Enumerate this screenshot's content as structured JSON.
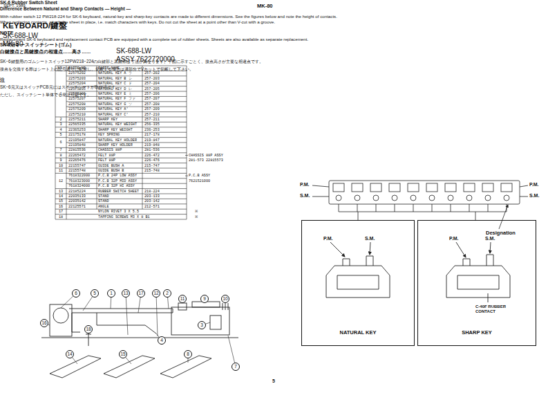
{
  "diagram": {
    "title": "KEYBOARD/鍵盤",
    "nodes": [
      {
        "text": [
          "6"
        ]
      },
      {
        "text": [
          "5"
        ]
      },
      {
        "text": [
          "1"
        ]
      },
      {
        "text": [
          "13"
        ]
      },
      {
        "text": [
          "17"
        ]
      },
      {
        "text": [
          "12"
        ]
      },
      {
        "text": [
          "2"
        ]
      },
      {
        "text": [
          "11"
        ]
      },
      {
        "text": [
          "9"
        ]
      },
      {
        "text": [
          "10"
        ]
      },
      {
        "text": [
          "16"
        ]
      },
      {
        "text": [
          "18"
        ]
      },
      {
        "text": [
          "3"
        ]
      },
      {
        "text": [
          "4"
        ]
      },
      {
        "text": [
          "14"
        ]
      },
      {
        "text": [
          "15"
        ]
      },
      {
        "text": [
          "8"
        ]
      },
      {
        "text": [
          "7"
        ]
      },
      {
        "text": [
          "NATURAL KEY"
        ]
      },
      {
        "text": [
          "SHARP KEY"
        ]
      }
    ],
    "labels": [
      "SEPT, 1989",
      "MK-80",
      "SK-688-LW",
      "MK-80",
      "SK-688-LW",
      "ASSY 7622720000",
      "NO.",
      "PARTS NO.",
      "PARTS NAME",
      "1",
      "22575202",
      "NATURAL KEY A ラ",
      "257-202",
      "22575203",
      "NATURAL KEY B シ",
      "257-203",
      "22575204",
      "NATURAL KEY C ド",
      "257-204",
      "22575205",
      "NATURAL KEY D レ",
      "257-205",
      "22575206",
      "NATURAL KEY E ミ",
      "257-206",
      "22575207",
      "NATURAL KEY F ファ",
      "257-207",
      "22575208",
      "NATURAL KEY G ソ",
      "257-208",
      "22575209",
      "NATURAL KEY A'",
      "257-209",
      "22575210",
      "NATURAL KEY C'",
      "257-210",
      "2",
      "22575211",
      "SHARP KEY",
      "257-211",
      "3",
      "22565335",
      "NATURAL KEY WEIGHT",
      "256-335",
      "4",
      "22365253",
      "SHARP KEY WEIGHT",
      "236-253",
      "5",
      "22175178",
      "KEY SPRING",
      "217-178",
      "6",
      "22195847",
      "NATURAL KEY HOLDER",
      "219-847",
      "22195848",
      "SHARP KEY HOLDER",
      "219-848",
      "7",
      "22815536",
      "CHASSIS 88P",
      "281-536",
      "8",
      "22265472",
      "FELT 88P",
      "226-472",
      "CHASSIS 88P ASSY",
      "9",
      "22265476",
      "FELT 88P",
      "226-476",
      "281-573 22815573",
      "10",
      "22155747",
      "GUIDE BUSH A",
      "215-747",
      "11",
      "22155748",
      "GUIDE BUSH B",
      "215-748",
      "12",
      "7618322000",
      "P.C.B 24P LOW ASSY",
      "P.C.B ASSY",
      "7618323000",
      "P.C.B 32P MID ASSY",
      "7621521000",
      "7618324000",
      "P.C.B 32P HI ASSY",
      "13",
      "22185224",
      "RUBBER SWITCH SHEET",
      "218-224",
      "14",
      "22035133",
      "STAND",
      "203-133",
      "15",
      "22035142",
      "STAND",
      "203-142",
      "16",
      "22125571",
      "ANGLE",
      "212-571",
      "17",
      "NYLON RIVET 3 X 5.5",
      "※",
      "18",
      "TAPPING SCREWS M3 X 8 B1",
      "※",
      "SK-6 Rubber Switch Sheet",
      "Difference Between Natural and Sharp Contacts — Height —",
      "With rubber switch 12 PW218-224 for SK-6 keyboard, natural-key and sharp-key contacts are made to different dimensions. See the figures below and note the height of contacts.",
      "When replacing contacts, attach the sheet in place, i.e. match characters with keys. Do not cut the sheet at a point other than V-cut with a groove.",
      "NOTE",
      "Replacement SK-6 keyboard and replacement contact PCB are equipped with a complete set of rubber sheets. Sheets are also available as separate replacement.",
      "SK-6用キースイッチシート(ゴム)",
      "白鍵接点と黒鍵接点の相違点……高さ……",
      "SK−6鍵盤用のゴムシートスイッチ12PW218−224の白鍵部と黒鍵部は寸法が異なります。下図に示すごとく、接点高さが主要な相違点です。",
      "接点を交換する際はシート上の記号通りに配置し、切断する場合は溝部分でVカットで切断して下さい。",
      "注",
      "SK−6完又はスイッチPCB完にはスイッチシートが取付済です。",
      "ただし、スイッチシート単体でも発注可能です。",
      "P.M.",
      "S.M.",
      "P.M.",
      "S.M.",
      "Designation",
      "P.M.",
      "S.M.",
      "P.M.",
      "S.M.",
      "C-40F RUBBER CONTACT",
      "5"
    ]
  }
}
